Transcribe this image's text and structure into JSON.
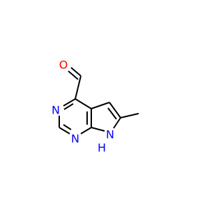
{
  "molecule": {
    "colors": {
      "carbon_bond": "#000000",
      "oxygen": "#ff0000",
      "nitrogen": "#0000ff",
      "hydrogen_on_nitrogen": "#0000ff",
      "background": "#ffffff"
    },
    "atoms": {
      "aldehyde_oxygen": "O",
      "pyrimidine_n3": "N",
      "pyrimidine_n1": "N",
      "pyrrole_nh_n": "N",
      "pyrrole_nh_h": "H"
    }
  }
}
